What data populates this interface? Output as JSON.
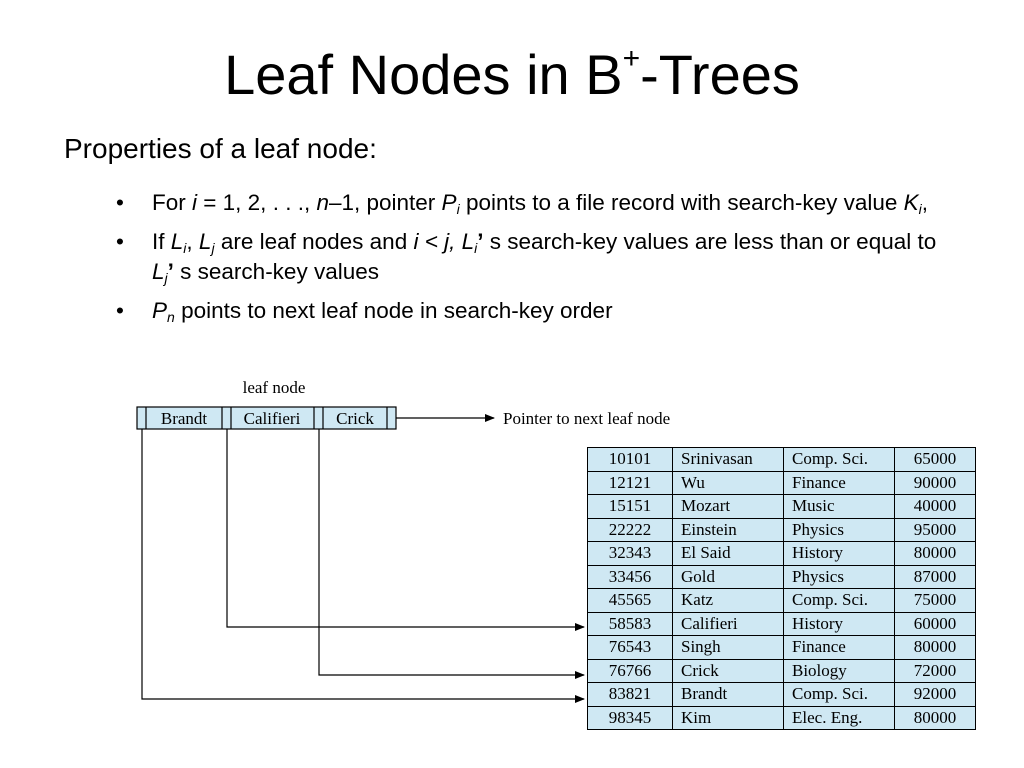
{
  "slide": {
    "title_main": "Leaf Nodes in B",
    "title_sup": "+",
    "title_end": "-Trees",
    "subtitle": "Properties of a leaf node:"
  },
  "bullets": {
    "b1": {
      "t1": "For ",
      "i1": "i",
      "t2": " = 1, 2, . . ., ",
      "i2": "n",
      "t3": "–1, pointer ",
      "i3": "P",
      "s3": "i",
      "t4": " points to a file record with search-key value ",
      "i4": "K",
      "s4": "i",
      "t5": ","
    },
    "b2": {
      "t1": "If ",
      "i1": "L",
      "s1": "i",
      "t2": ", ",
      "i2": "L",
      "s2": "j",
      "t3": " are leaf nodes and ",
      "i3": "i < j, L",
      "s3": "i",
      "p3": "’",
      "t4": " s search-key values are less than or equal to ",
      "i4": "L",
      "s4": "j",
      "p4": "’",
      "t5": " s search-key values"
    },
    "b3": {
      "i1": "P",
      "s1": "n",
      "t1": " points to next leaf node in search-key order"
    }
  },
  "diagram": {
    "leaf_node_label": "leaf node",
    "keys": [
      "Brandt",
      "Califieri",
      "Crick"
    ],
    "next_pointer_label": "Pointer to next leaf node",
    "colors": {
      "fill": "#cfe8f3",
      "line": "#000000"
    }
  },
  "records": [
    [
      "10101",
      "Srinivasan",
      "Comp. Sci.",
      "65000"
    ],
    [
      "12121",
      "Wu",
      "Finance",
      "90000"
    ],
    [
      "15151",
      "Mozart",
      "Music",
      "40000"
    ],
    [
      "22222",
      "Einstein",
      "Physics",
      "95000"
    ],
    [
      "32343",
      "El Said",
      "History",
      "80000"
    ],
    [
      "33456",
      "Gold",
      "Physics",
      "87000"
    ],
    [
      "45565",
      "Katz",
      "Comp. Sci.",
      "75000"
    ],
    [
      "58583",
      "Califieri",
      "History",
      "60000"
    ],
    [
      "76543",
      "Singh",
      "Finance",
      "80000"
    ],
    [
      "76766",
      "Crick",
      "Biology",
      "72000"
    ],
    [
      "83821",
      "Brandt",
      "Comp. Sci.",
      "92000"
    ],
    [
      "98345",
      "Kim",
      "Elec. Eng.",
      "80000"
    ]
  ]
}
